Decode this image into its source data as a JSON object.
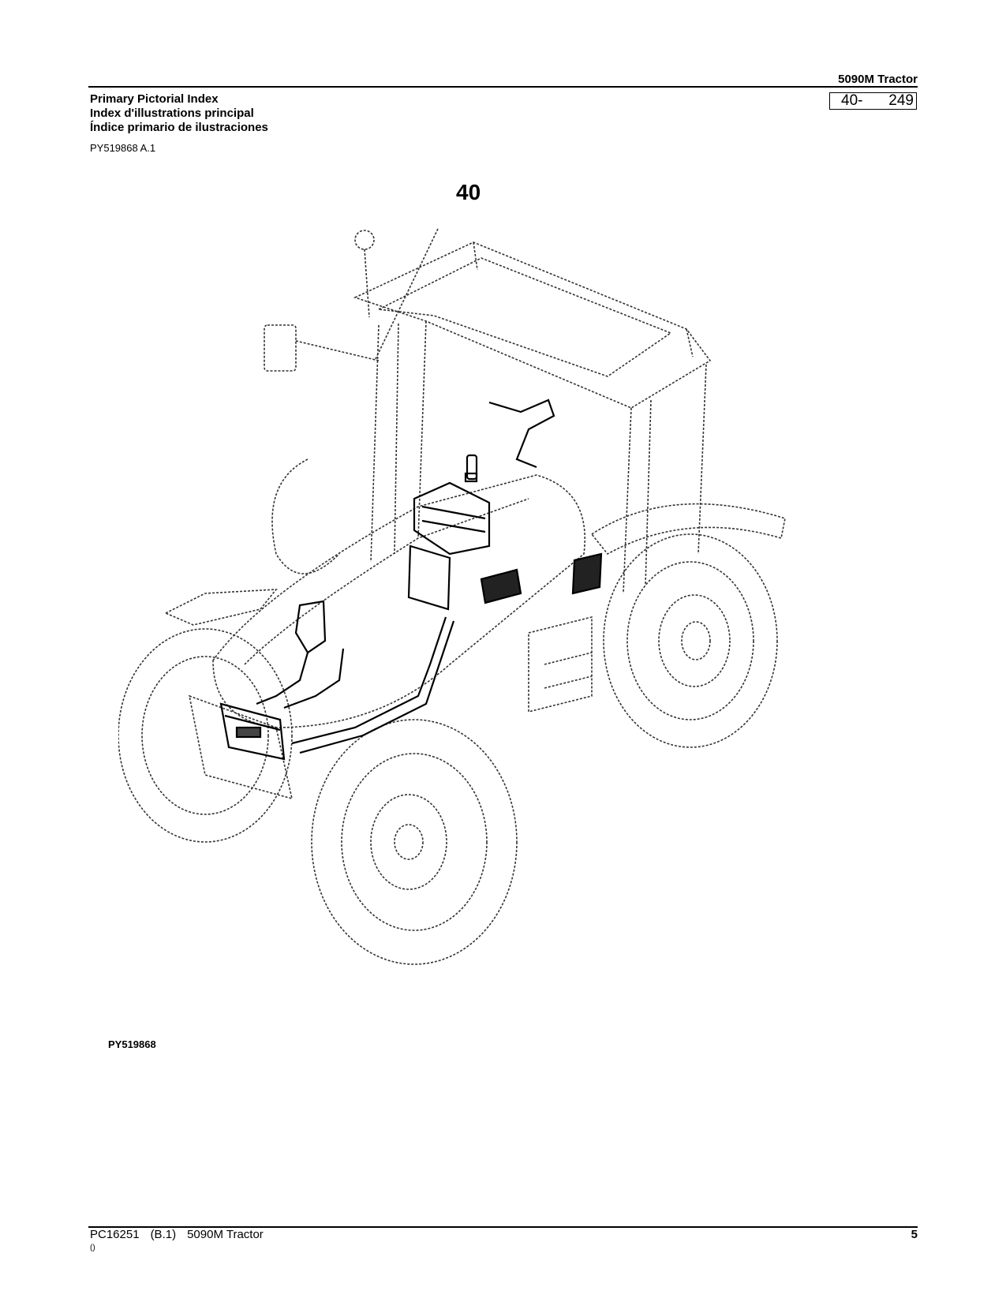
{
  "header": {
    "model": "5090M  Tractor",
    "titles": [
      "Primary Pictorial Index",
      "Index d'illustrations principal",
      "Índice primario de ilustraciones"
    ],
    "figure_code": "PY519868 A.1",
    "page_box": {
      "section": "40-",
      "page": "249"
    }
  },
  "section_number": "40",
  "illustration": {
    "caption": "PY519868"
  },
  "footer": {
    "catalog": "PC16251",
    "revision": "(B.1)",
    "model": "5090M Tractor",
    "note": "()",
    "page_number": "5"
  }
}
